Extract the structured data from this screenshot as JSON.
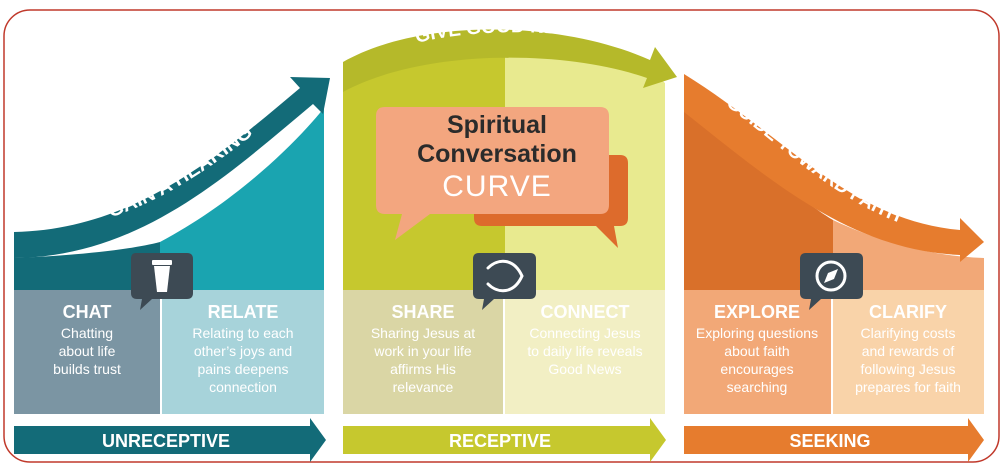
{
  "colors": {
    "border": "#c0392b",
    "teal_dark": "#136b78",
    "teal": "#1aa4b0",
    "slate": "#7b95a3",
    "teal_light": "#a7d3da",
    "olive_dark": "#b5b92a",
    "olive": "#c6c82e",
    "lime_light": "#e8ea8f",
    "olive_box": "#dad6a5",
    "cream_box": "#f2efc4",
    "orange_dark": "#d9702a",
    "orange": "#e67c2e",
    "peach": "#f2a877",
    "peach_light": "#f9d3a9",
    "icon_bg": "#3d4a54",
    "bubble_front": "#f3a67f",
    "bubble_back": "#dd6b2c",
    "title_text": "#2b2b2b"
  },
  "title": {
    "line1": "Spiritual",
    "line2": "Conversation",
    "line3": "CURVE"
  },
  "arcs": {
    "gain": "GAIN A HEARING",
    "give": "GIVE GOOD NEWS",
    "guide": "GUIDE TOWARD FAITH"
  },
  "stages": [
    {
      "title": "CHAT",
      "lines": [
        "Chatting",
        "about life",
        "builds trust"
      ]
    },
    {
      "title": "RELATE",
      "lines": [
        "Relating to each",
        "other’s joys and",
        "pains deepens",
        "connection"
      ]
    },
    {
      "title": "SHARE",
      "lines": [
        "Sharing Jesus at",
        "work in your life",
        "affirms His",
        "relevance"
      ]
    },
    {
      "title": "CONNECT",
      "lines": [
        "Connecting Jesus",
        "to daily life reveals",
        "Good News"
      ]
    },
    {
      "title": "EXPLORE",
      "lines": [
        "Exploring questions",
        "about faith",
        "encourages",
        "searching"
      ]
    },
    {
      "title": "CLARIFY",
      "lines": [
        "Clarifying costs",
        "and rewards of",
        "following Jesus",
        "prepares for faith"
      ]
    }
  ],
  "phases": {
    "unreceptive": "UNRECEPTIVE",
    "receptive": "RECEPTIVE",
    "seeking": "SEEKING"
  },
  "icons": [
    "coffee-cup-icon",
    "ichthys-fish-icon",
    "compass-icon"
  ]
}
